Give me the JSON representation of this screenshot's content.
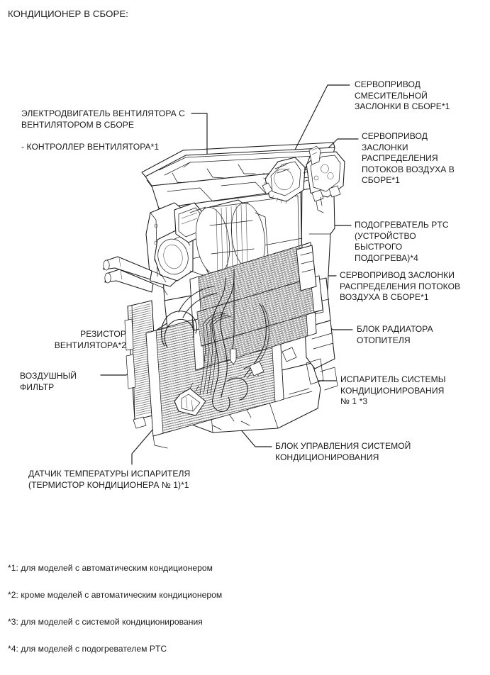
{
  "page": {
    "title": "КОНДИЦИОНЕР В СБОРЕ:",
    "background_color": "#ffffff",
    "line_color": "#1b1b1b",
    "text_color": "#1b1b1b"
  },
  "callouts": {
    "mix_damper_servo": {
      "text": "СЕРВОПРИВОД\nСМЕСИТЕЛЬНОЙ\nЗАСЛОНКИ В СБОРЕ*1",
      "side": "right"
    },
    "air_distribution_servo": {
      "text": "СЕРВОПРИВОД\nЗАСЛОНКИ\nРАСПРЕДЕЛЕНИЯ\nПОТОКОВ ВОЗДУХА В\nСБОРЕ*1",
      "side": "right"
    },
    "ptc_heater": {
      "text": "ПОДОГРЕВАТЕЛЬ PTC\n(УСТРОЙСТВО\nБЫСТРОГО\nПОДОГРЕВА)*4",
      "side": "right"
    },
    "mode_servo": {
      "text": "СЕРВОПРИВОД ЗАСЛОНКИ\nРАСПРЕДЕЛЕНИЯ ПОТОКОВ\nВОЗДУХА В СБОРЕ*1",
      "side": "right"
    },
    "heater_radiator": {
      "text": "БЛОК РАДИАТОРА\nОТОПИТЕЛЯ",
      "side": "right"
    },
    "evaporator": {
      "text": "ИСПАРИТЕЛЬ СИСТЕМЫ\nКОНДИЦИОНИРОВАНИЯ\n№ 1 *3",
      "side": "right"
    },
    "control_unit": {
      "text": "БЛОК УПРАВЛЕНИЯ СИСТЕМОЙ\nКОНДИЦИОНИРОВАНИЯ",
      "side": "right"
    },
    "blower_motor": {
      "text": "ЭЛЕКТРОДВИГАТЕЛЬ ВЕНТИЛЯТОРА С\nВЕНТИЛЯТОРОМ В СБОРЕ\n\n- КОНТРОЛЛЕР ВЕНТИЛЯТОРА*1",
      "side": "left"
    },
    "blower_resistor": {
      "text": "РЕЗИСТОР\nВЕНТИЛЯТОРА*2",
      "side": "left"
    },
    "air_filter": {
      "text": "ВОЗДУШНЫЙ\nФИЛЬТР",
      "side": "left"
    },
    "evaporator_temp_sensor": {
      "text": "ДАТЧИК ТЕМПЕРАТУРЫ ИСПАРИТЕЛЯ\n(ТЕРМИСТОР КОНДИЦИОНЕРА № 1)*1",
      "side": "left"
    }
  },
  "footnotes": [
    "*1: для моделей с автоматическим кондиционером",
    "*2: кроме моделей с автоматическим кондиционером",
    "*3: для моделей с системой кондиционирования",
    "*4: для моделей с подогревателем PTC"
  ]
}
